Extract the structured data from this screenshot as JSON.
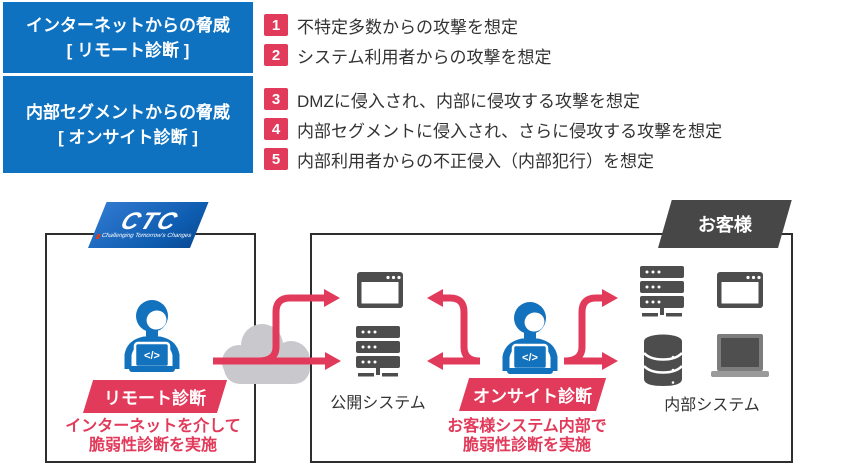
{
  "threat_panel": {
    "boxes": [
      {
        "line1": "インターネットからの脅威",
        "line2": "[ リモート診断 ]"
      },
      {
        "line1": "内部セグメントからの脅威",
        "line2": "[ オンサイト診断 ]"
      }
    ]
  },
  "list": {
    "items": [
      {
        "num": "1",
        "text": "不特定多数からの攻撃を想定"
      },
      {
        "num": "2",
        "text": "システム利用者からの攻撃を想定"
      },
      {
        "num": "3",
        "text": "DMZに侵入され、内部に侵攻する攻撃を想定"
      },
      {
        "num": "4",
        "text": "内部セグメントに侵入され、さらに侵攻する攻撃を想定"
      },
      {
        "num": "5",
        "text": "内部利用者からの不正侵入（内部犯行）を想定"
      }
    ]
  },
  "diagram": {
    "ctc": {
      "name": "CTC",
      "tagline": "Challenging Tomorrow's Changes"
    },
    "customer_label": "お客様",
    "remote": {
      "label": "リモート診断",
      "caption1": "インターネットを介して",
      "caption2": "脆弱性診断を実施"
    },
    "onsite": {
      "label": "オンサイト診断",
      "caption1": "お客様システム内部で",
      "caption2": "脆弱性診断を実施"
    },
    "public_system_label": "公開システム",
    "internal_system_label": "内部システム",
    "code_glyph": "</>"
  },
  "colors": {
    "box_blue": "#0e72c0",
    "logo_blue": "#0e5cb0",
    "accent_red": "#e23a5a",
    "dark_gray": "#474747",
    "icon_gray": "#4d4d4d",
    "cloud_gray": "#c9c9cd",
    "person_blue": "#1272bd",
    "text_dark": "#333333"
  }
}
